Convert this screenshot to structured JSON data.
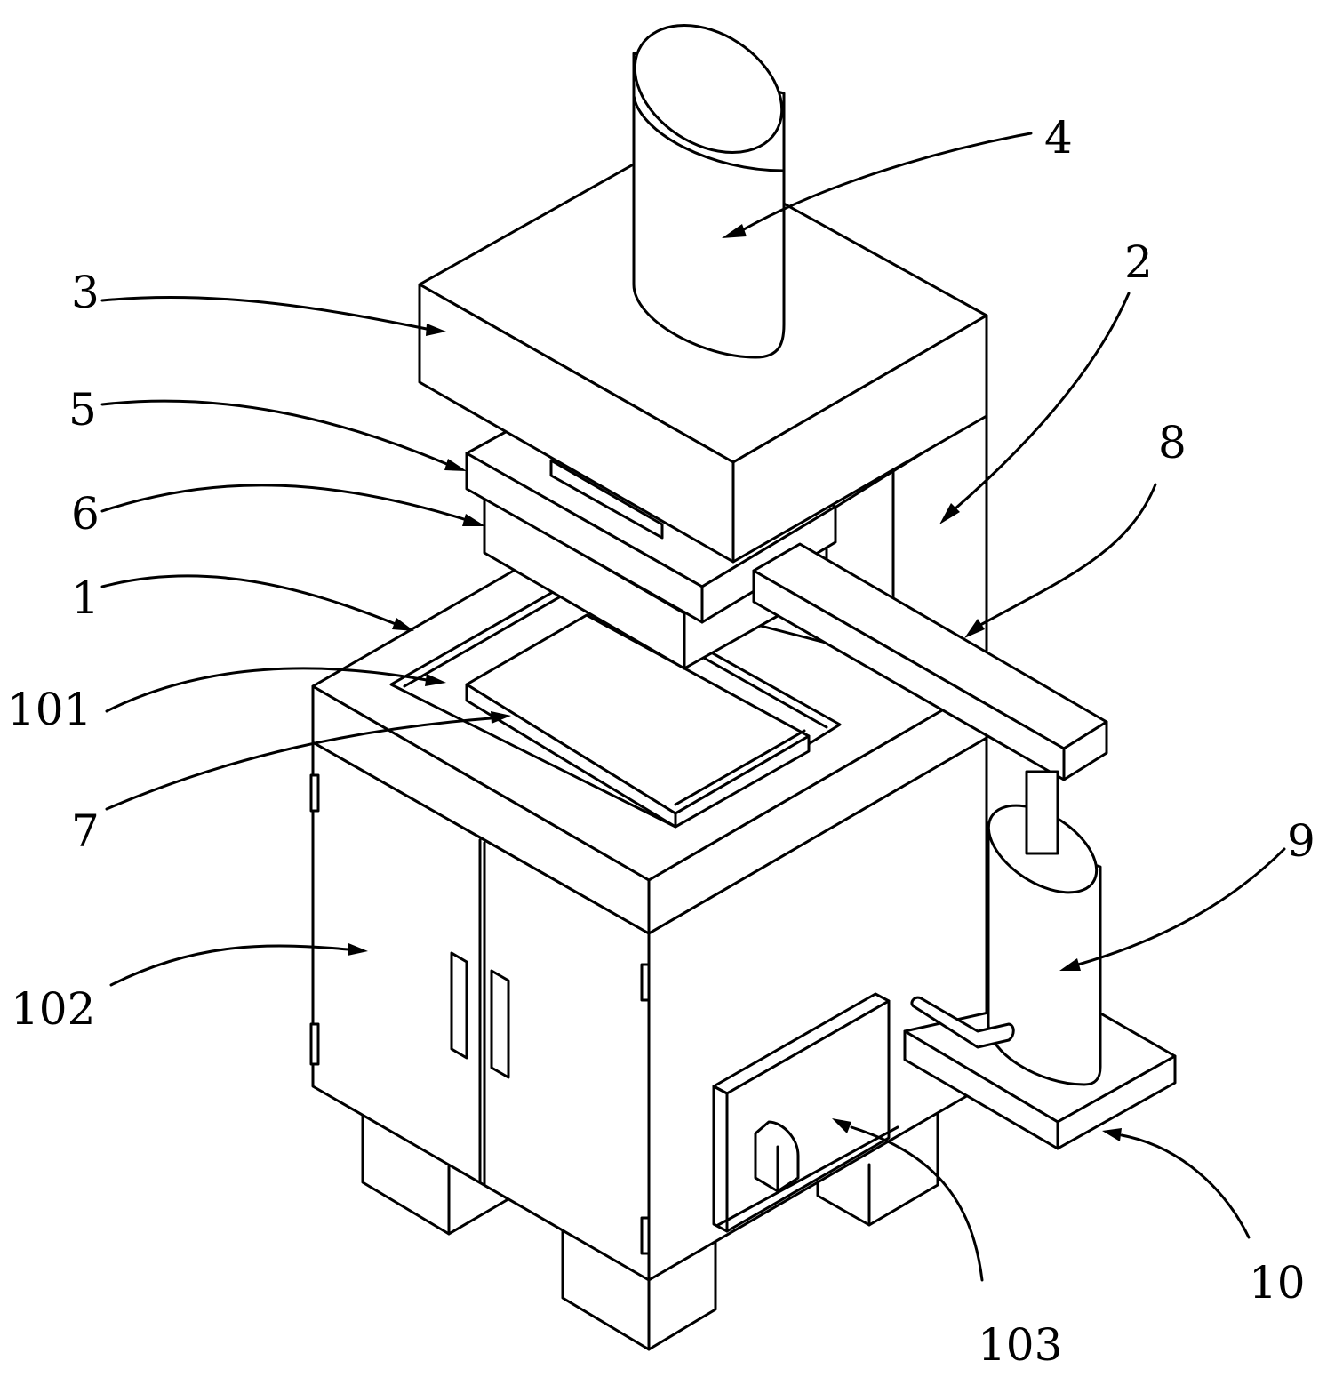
{
  "figure": {
    "callouts": [
      {
        "id": "label-1",
        "text": "1"
      },
      {
        "id": "label-2",
        "text": "2"
      },
      {
        "id": "label-3",
        "text": "3"
      },
      {
        "id": "label-4",
        "text": "4"
      },
      {
        "id": "label-5",
        "text": "5"
      },
      {
        "id": "label-6",
        "text": "6"
      },
      {
        "id": "label-7",
        "text": "7"
      },
      {
        "id": "label-8",
        "text": "8"
      },
      {
        "id": "label-9",
        "text": "9"
      },
      {
        "id": "label-10",
        "text": "10"
      },
      {
        "id": "label-101",
        "text": "101"
      },
      {
        "id": "label-102",
        "text": "102"
      },
      {
        "id": "label-103",
        "text": "103"
      }
    ]
  }
}
